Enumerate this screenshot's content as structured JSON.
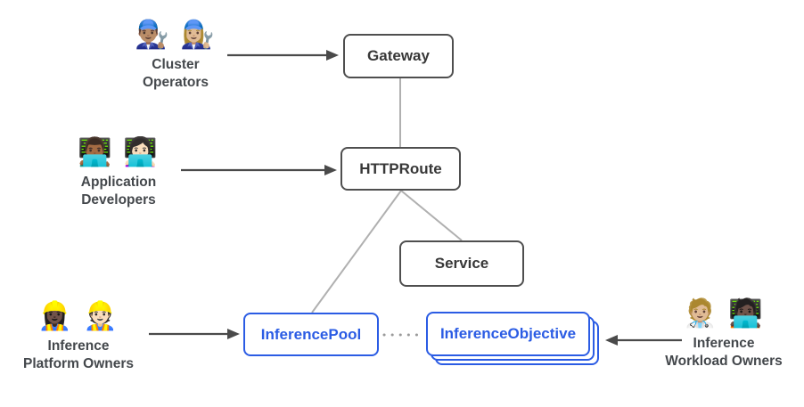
{
  "nodes": {
    "gateway": {
      "label": "Gateway"
    },
    "httproute": {
      "label": "HTTPRoute"
    },
    "service": {
      "label": "Service"
    },
    "inference_pool": {
      "label": "InferencePool"
    },
    "inference_objective": {
      "label": "InferenceObjective"
    }
  },
  "actors": {
    "cluster_operators": {
      "emoji": "👨🏽‍🔧 👩🏼‍🔧",
      "label": "Cluster\nOperators"
    },
    "application_developers": {
      "emoji": "👨🏾‍💻 👩🏻‍💻",
      "label": "Application\nDevelopers"
    },
    "inference_platform_owners": {
      "emoji": "👷🏿‍♀️ 👷🏻",
      "label": "Inference\nPlatform Owners"
    },
    "inference_workload_owners": {
      "emoji": "🧑🏼‍⚕️ 🧑🏿‍💻",
      "label": "Inference\nWorkload Owners"
    }
  },
  "colors": {
    "accent_blue": "#2b5ce4",
    "node_border_gray": "#4f4f4f",
    "node_text_gray": "#383838",
    "edge_gray": "#b0b0b0",
    "arrow_gray": "#4a4a4a",
    "dotted_edge_gray": "#9a9a9a",
    "background": "#ffffff"
  }
}
